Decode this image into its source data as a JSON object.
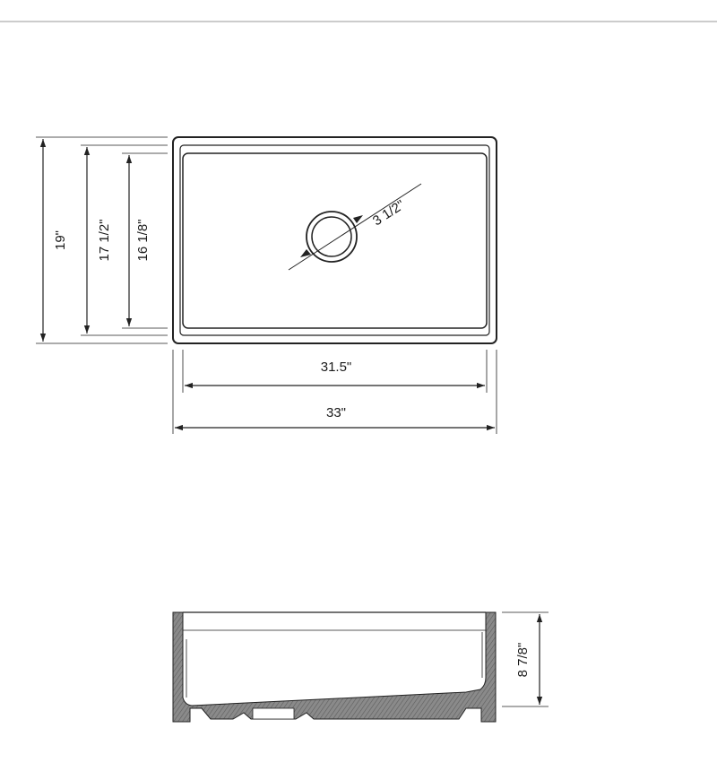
{
  "drawing": {
    "top_view": {
      "overall_depth": "19\"",
      "inner_depth": "17 1/2\"",
      "bowl_depth": "16 1/8\"",
      "inner_width": "31.5\"",
      "overall_width": "33\"",
      "drain_diameter": "3 1/2\""
    },
    "side_view": {
      "height": "8 7/8\""
    }
  }
}
